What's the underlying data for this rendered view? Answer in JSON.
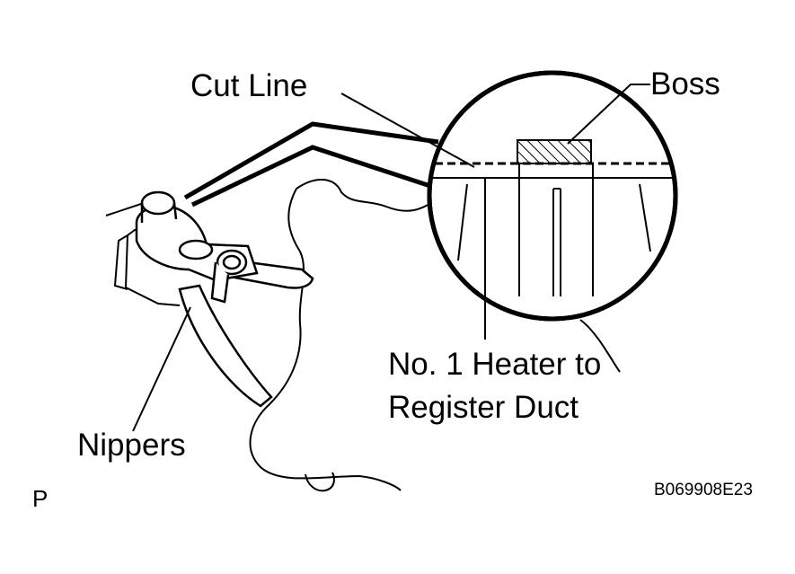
{
  "labels": {
    "cut_line": "Cut Line",
    "boss": "Boss",
    "duct_line1": "No. 1 Heater to",
    "duct_line2": "Register Duct",
    "nippers": "Nippers",
    "page_mark": "P",
    "figure_code": "B069908E23"
  },
  "colors": {
    "ink": "#000000",
    "paper": "#ffffff"
  }
}
